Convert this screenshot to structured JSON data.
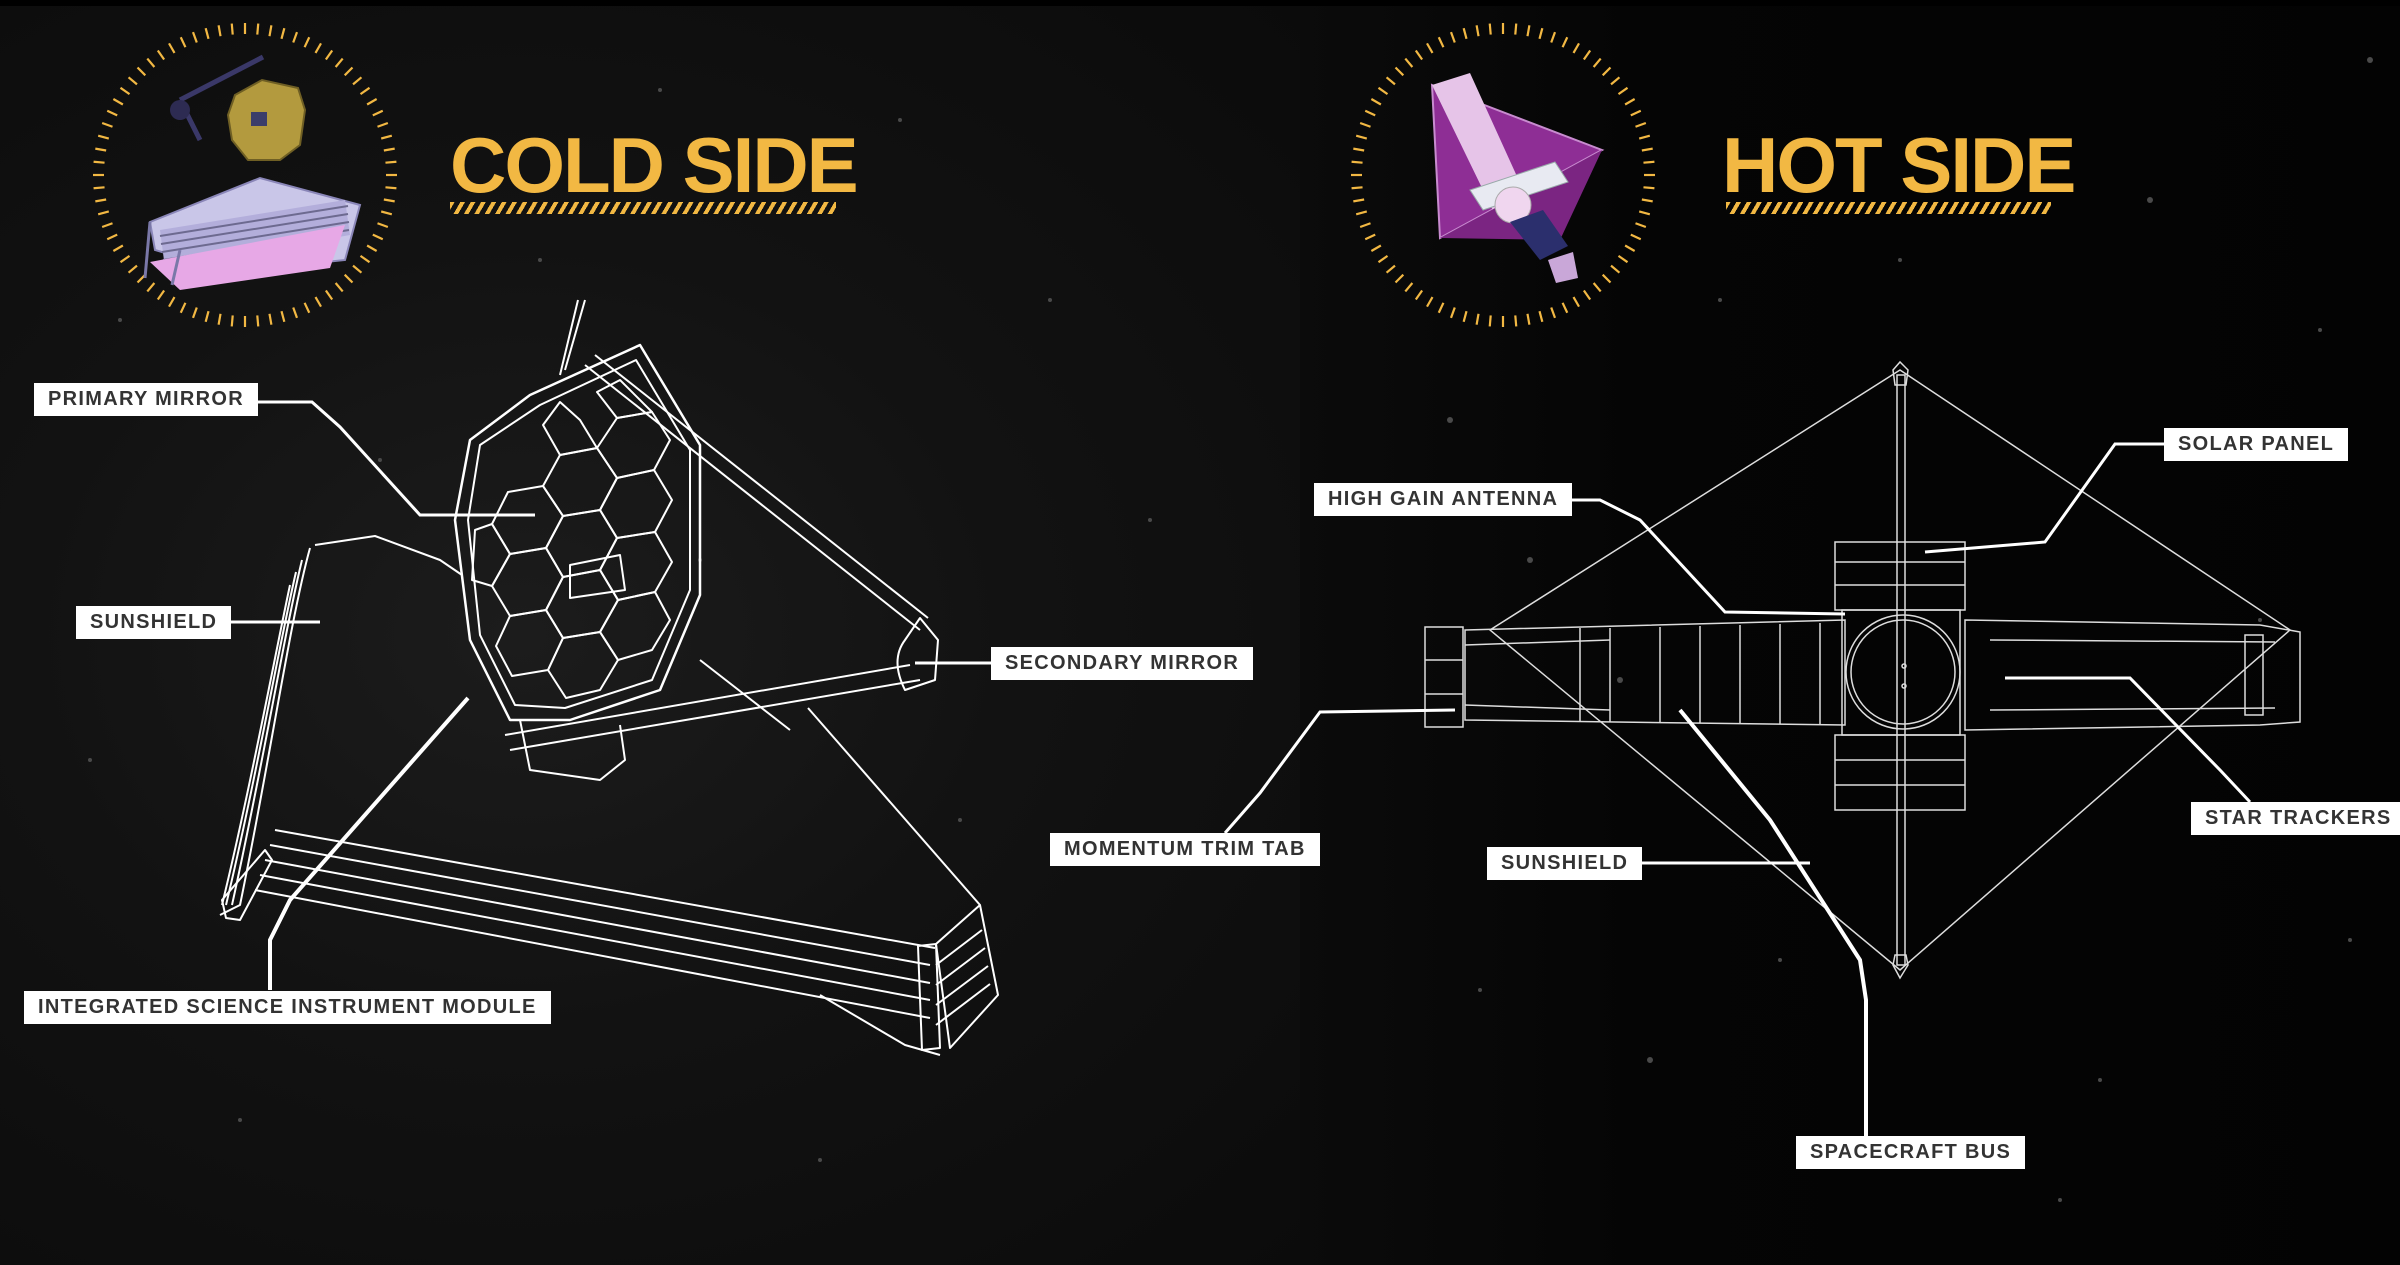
{
  "colors": {
    "accent": "#F2B843",
    "label_bg": "#FFFFFF",
    "label_text": "#333333",
    "line": "#FFFFFF",
    "background": "#0A0A0A"
  },
  "cold_side": {
    "title": "COLD SIDE",
    "icon": "webb-telescope-cold-side-icon",
    "labels": {
      "primary_mirror": "PRIMARY MIRROR",
      "sunshield": "SUNSHIELD",
      "secondary_mirror": "SECONDARY MIRROR",
      "isim": "INTEGRATED SCIENCE INSTRUMENT MODULE"
    }
  },
  "hot_side": {
    "title": "HOT SIDE",
    "icon": "webb-telescope-hot-side-icon",
    "labels": {
      "high_gain_antenna": "HIGH GAIN ANTENNA",
      "solar_panel": "SOLAR PANEL",
      "momentum_trim_tab": "MOMENTUM TRIM TAB",
      "star_trackers": "STAR TRACKERS",
      "sunshield": "SUNSHIELD",
      "spacecraft_bus": "SPACECRAFT BUS"
    }
  }
}
